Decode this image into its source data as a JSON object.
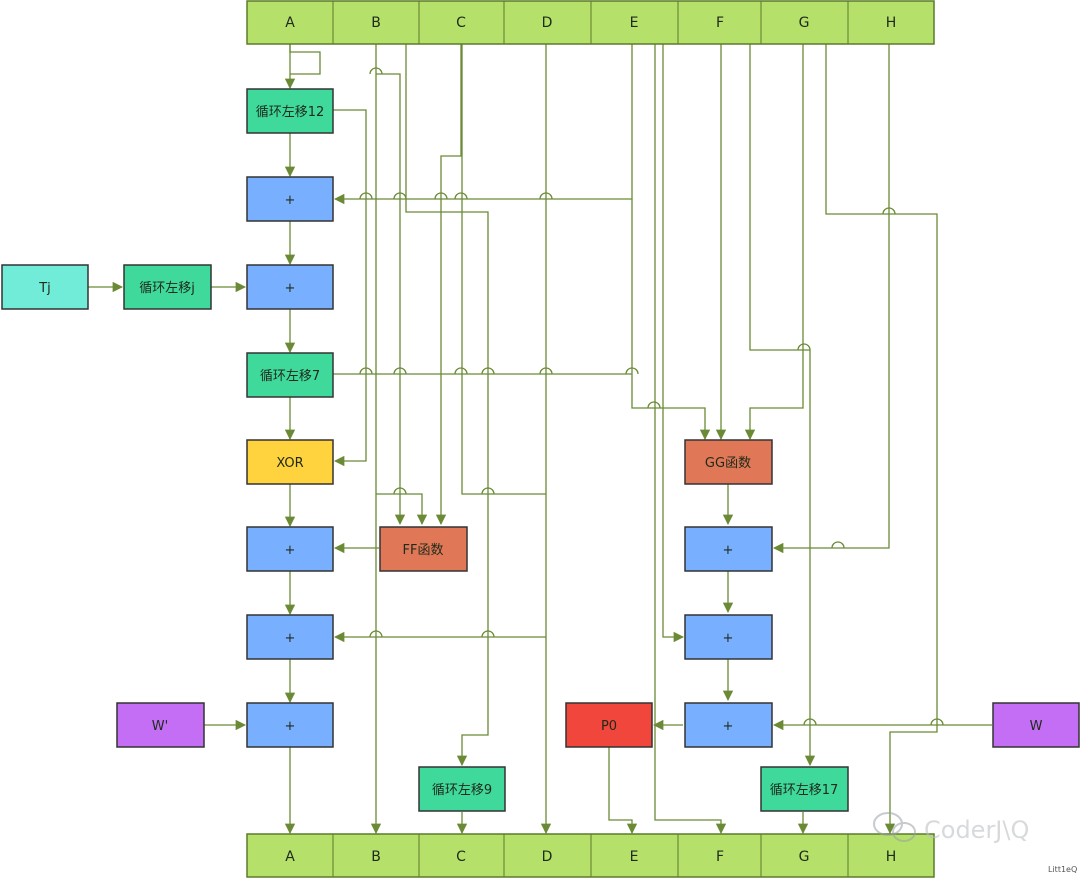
{
  "registers_top": [
    "A",
    "B",
    "C",
    "D",
    "E",
    "F",
    "G",
    "H"
  ],
  "registers_bottom": [
    "A",
    "B",
    "C",
    "D",
    "E",
    "F",
    "G",
    "H"
  ],
  "blocks": {
    "rot12": "循环左移12",
    "add1": "+",
    "tj": "Tj",
    "rotj": "循环左移j",
    "add2": "+",
    "rot7": "循环左移7",
    "xor": "XOR",
    "add3": "+",
    "ff": "FF函数",
    "add4": "+",
    "wprime": "W'",
    "add5": "+",
    "gg": "GG函数",
    "add6": "+",
    "add7": "+",
    "add8": "+",
    "p0": "P0",
    "w": "W",
    "rot9": "循环左移9",
    "rot17": "循环左移17"
  },
  "watermark": "CoderJ\\Q",
  "footnote": "Litt1eQ",
  "colors": {
    "register": "#b5e06a",
    "rotate": "#3fd99c",
    "adder": "#78b0ff",
    "xor": "#ffd33d",
    "func": "#e07858",
    "p0": "#f0463c",
    "input_w": "#c36ef5",
    "tj": "#70ecd8",
    "wire": "#6b8a36"
  }
}
